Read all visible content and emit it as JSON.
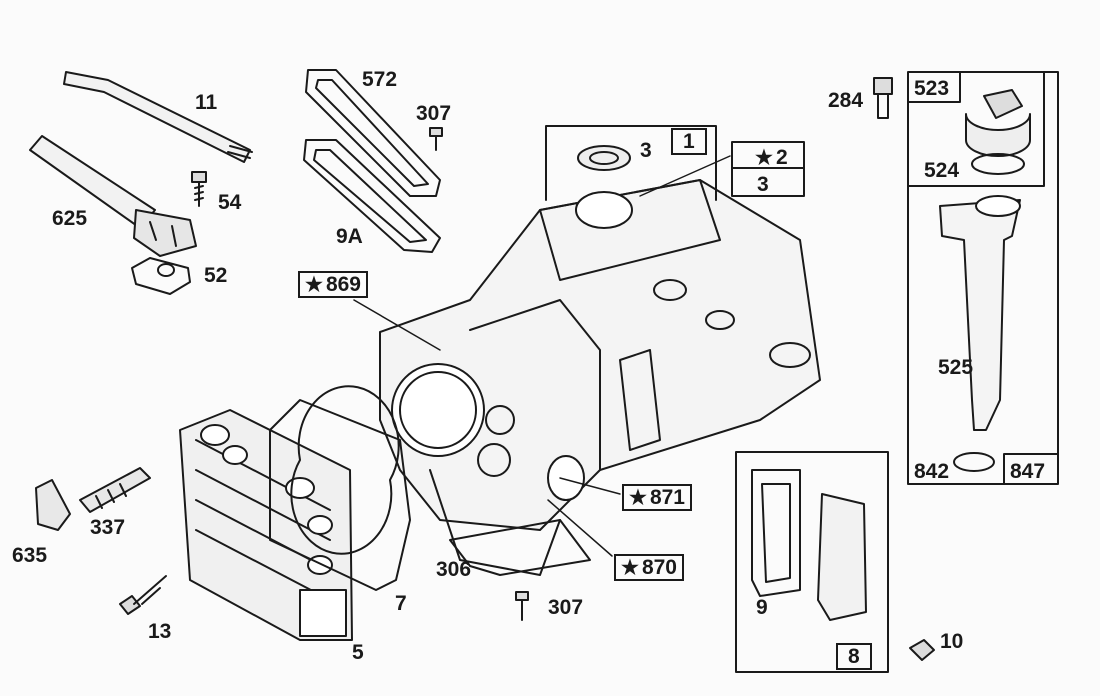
{
  "diagram": {
    "type": "exploded-parts-diagram",
    "part_numbers": {
      "p11": "11",
      "p54": "54",
      "p625": "625",
      "p52": "52",
      "p572": "572",
      "p307_top": "307",
      "p9a": "9A",
      "p3_seal": "3",
      "p1": "1",
      "p2": "2",
      "p3_box": "3",
      "p284": "284",
      "p523": "523",
      "p524": "524",
      "p525": "525",
      "p842": "842",
      "p847": "847",
      "p869": "869",
      "p871": "871",
      "p870": "870",
      "p306": "306",
      "p307_bottom": "307",
      "p337": "337",
      "p635": "635",
      "p13": "13",
      "p7": "7",
      "p5": "5",
      "p9": "9",
      "p8": "8",
      "p10": "10"
    },
    "star_symbol": "★"
  }
}
